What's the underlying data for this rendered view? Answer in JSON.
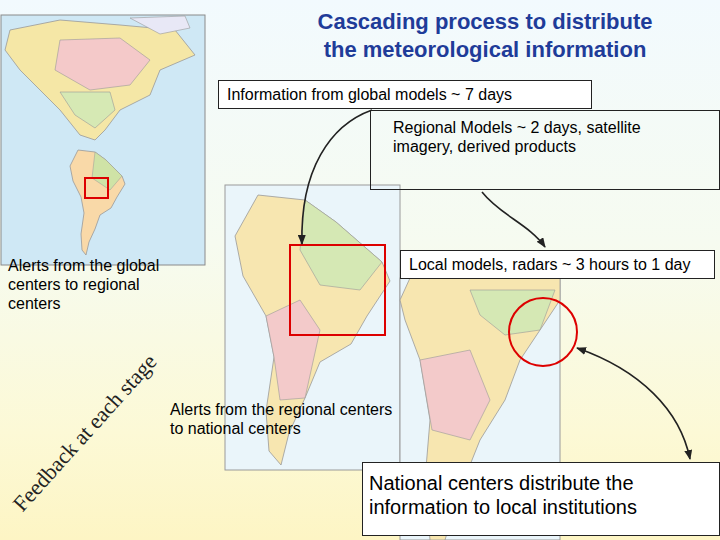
{
  "diagram": {
    "title": "Cascading process to distribute the meteorological information",
    "nodes": [
      {
        "text": [
          "Information from global models ~ 7 days"
        ]
      },
      {
        "text": [
          "Regional Models ~ 2 days, satellite imagery, derived products"
        ]
      },
      {
        "text": [
          "Local models, radars ~ 3 hours to 1 day"
        ]
      },
      {
        "text": [
          "National centers distribute the information to local institutions"
        ]
      }
    ],
    "labels": [
      "Alerts from the global centers to regional centers",
      "Alerts from the regional centers to national centers",
      "Feedback at each stage"
    ]
  }
}
